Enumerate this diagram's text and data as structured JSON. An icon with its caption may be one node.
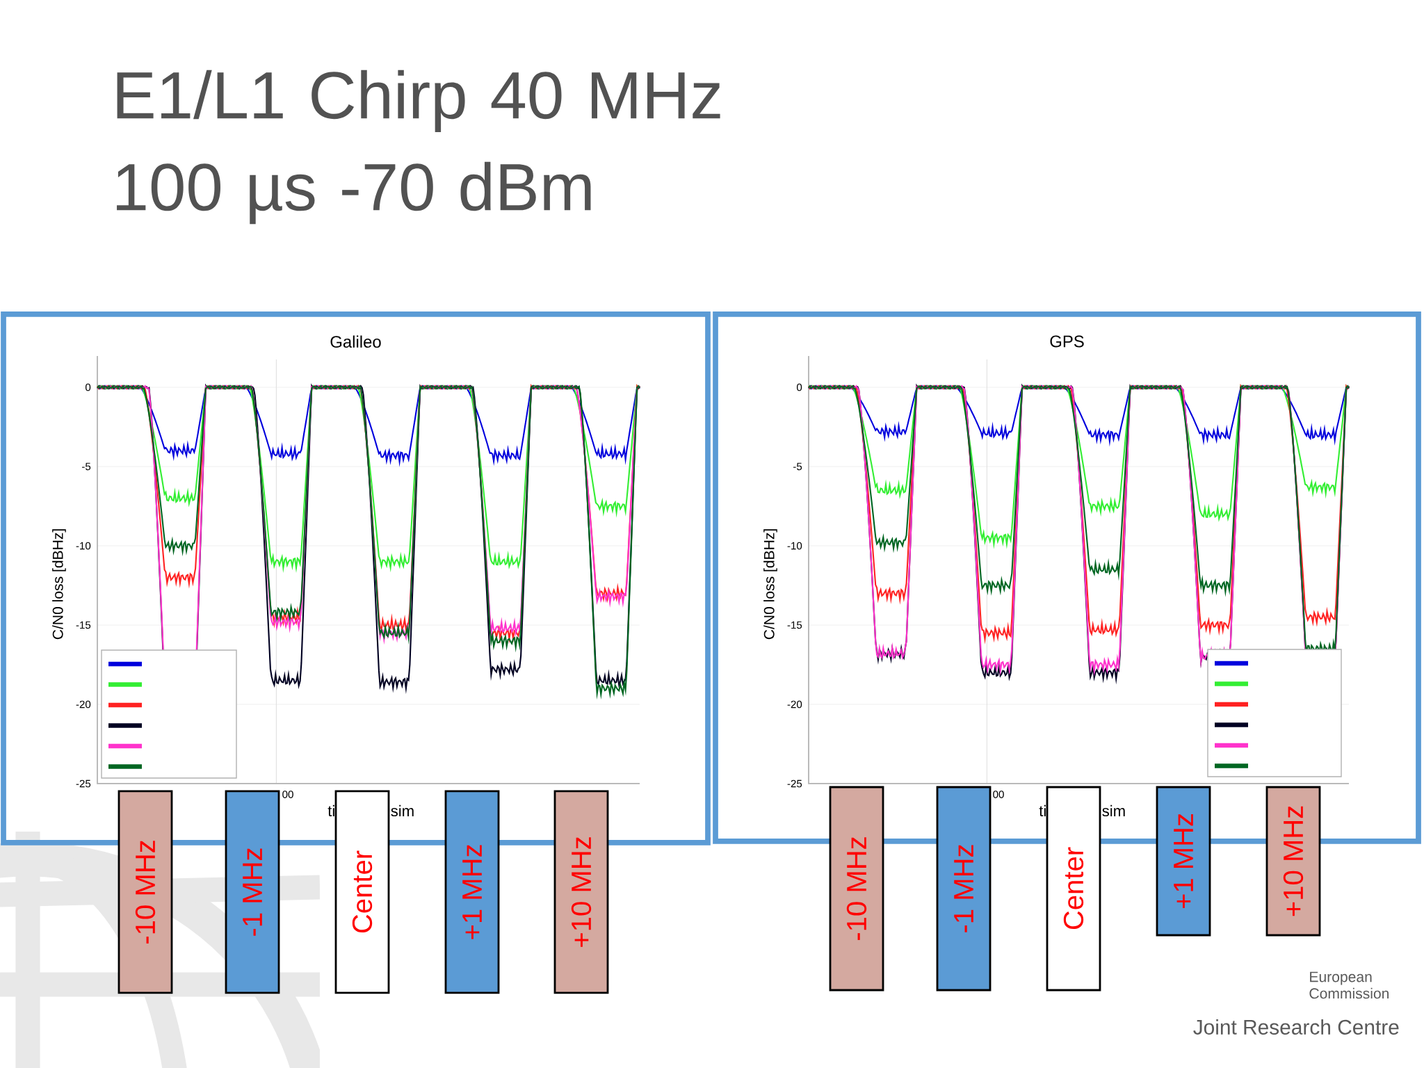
{
  "diagram": {
    "title": "E1/L1 Chirp 40 MHz 100 µs -70 dBm",
    "nodes": [
      {
        "text": [
          "Galileo"
        ]
      },
      {
        "text": [
          "GPS"
        ]
      },
      {
        "text": [
          "-10 MHz"
        ]
      },
      {
        "text": [
          "-1 MHz"
        ]
      },
      {
        "text": [
          "Center"
        ]
      },
      {
        "text": [
          "+1 MHz"
        ]
      },
      {
        "text": [
          "+10 MHz"
        ]
      },
      {
        "text": [
          "-10 MHz"
        ]
      },
      {
        "text": [
          "-1 MHz"
        ]
      },
      {
        "text": [
          "Center"
        ]
      },
      {
        "text": [
          "+1 MHz"
        ]
      },
      {
        "text": [
          "+10 MHz"
        ]
      }
    ],
    "labels": [
      "C/N0 loss [dBHz]",
      "0",
      "-5",
      "-10",
      "-15",
      "-20",
      "-25",
      "00",
      "ti",
      "sim",
      "C/N0 loss [dBHz]",
      "0",
      "-5",
      "-10",
      "-15",
      "-20",
      "-25",
      "00",
      "ti",
      "sim",
      "European Commission",
      "Joint Research Centre"
    ]
  }
}
